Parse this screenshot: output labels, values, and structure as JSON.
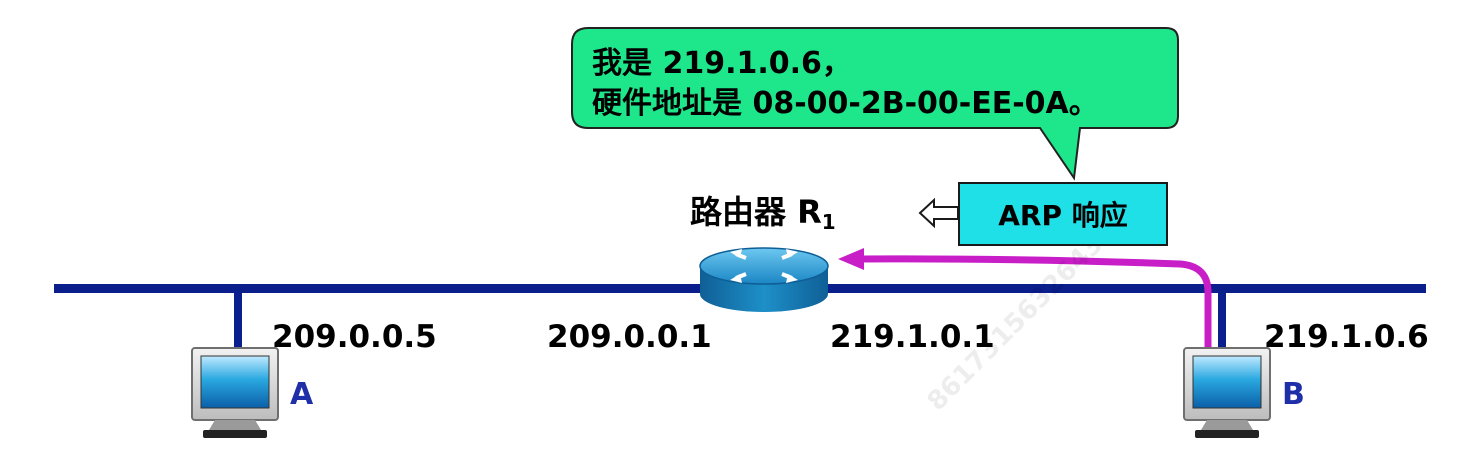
{
  "bubble": {
    "line1": "我是 219.1.0.6，",
    "line2": "硬件地址是 08-00-2B-00-EE-0A。"
  },
  "router": {
    "label": "路由器 R",
    "subscript": "1",
    "left_ip": "209.0.0.1",
    "right_ip": "219.1.0.1"
  },
  "arp_box": {
    "label": "ARP 响应"
  },
  "hosts": {
    "a": {
      "name": "A",
      "ip": "209.0.0.5"
    },
    "b": {
      "name": "B",
      "ip": "219.1.0.6"
    }
  },
  "watermark": "8617315632643",
  "colors": {
    "bus": "#0a1e8c",
    "bubble_fill": "#1ee68a",
    "arp_fill": "#1fe0e6",
    "path": "#c81ec8",
    "host_label": "#1f2fa8",
    "router": "#1e8fc8"
  }
}
